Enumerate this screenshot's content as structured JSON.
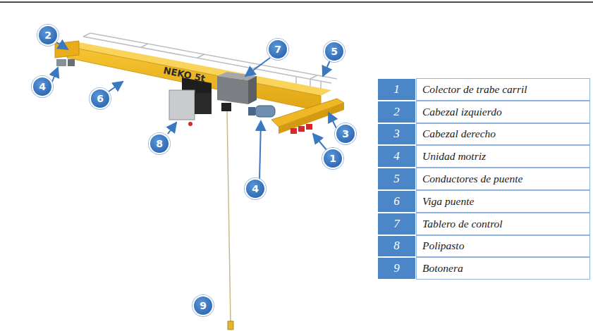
{
  "diagram": {
    "labels": [
      "2",
      "4",
      "6",
      "7",
      "5",
      "8",
      "4",
      "3",
      "1",
      "9",
      "NEKO 5t",
      "1",
      "Colector de trabe carril",
      "2",
      "Cabezal izquierdo",
      "3",
      "Cabezal derecho",
      "4",
      "Unidad motriz",
      "5",
      "Conductores de puente",
      "6",
      "Viga puente",
      "7",
      "Tablero de control",
      "8",
      "Polipasto",
      "9",
      "Botonera"
    ]
  }
}
